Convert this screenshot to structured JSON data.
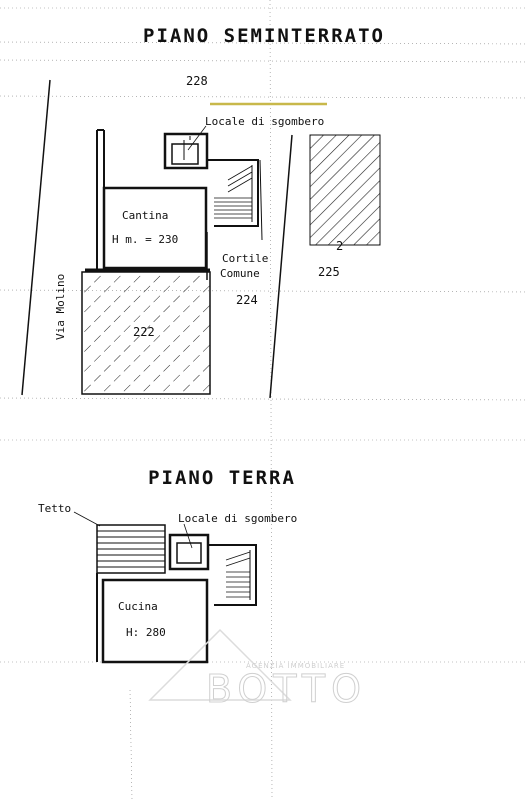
{
  "basement": {
    "title": "PIANO SEMINTERRATO",
    "parcel_top": "228",
    "storage_label": "Locale di sgombero",
    "cellar_label": "Cantina",
    "cellar_height": "H m. = 230",
    "courtyard_line1": "Cortile",
    "courtyard_line2": "Comune",
    "parcel_courtyard": "224",
    "parcel_right": "225",
    "parcel_right_small": "2",
    "parcel_bottom": "222",
    "street_label": "Via Molino"
  },
  "ground": {
    "title": "PIANO TERRA",
    "roof_label": "Tetto",
    "storage_label": "Locale di sgombero",
    "kitchen_label": "Cucina",
    "kitchen_height": "H: 280"
  },
  "watermark": {
    "tagline": "AGENZIA IMMOBILIARE",
    "brand": "BOTTO"
  },
  "colors": {
    "ink": "#111111",
    "accent_line": "#c8b84a",
    "watermark": "#d0d0d0"
  }
}
